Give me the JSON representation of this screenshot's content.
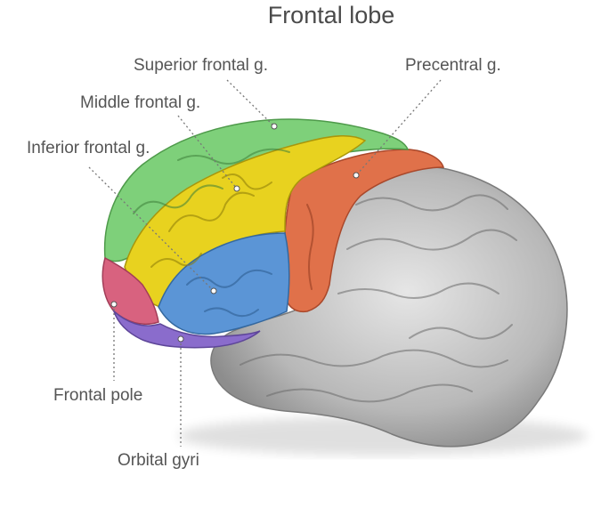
{
  "title": "Frontal lobe",
  "labels": {
    "superior_frontal": "Superior frontal g.",
    "precentral": "Precentral g.",
    "middle_frontal": "Middle frontal g.",
    "inferior_frontal": "Inferior frontal g.",
    "frontal_pole": "Frontal pole",
    "orbital_gyri": "Orbital gyri"
  },
  "colors": {
    "superior_frontal": "#7ed07a",
    "middle_frontal": "#e8d21f",
    "inferior_frontal": "#5b95d6",
    "precentral": "#e0714a",
    "frontal_pole": "#d8627f",
    "orbital_gyri": "#8a6ccc",
    "brain_gray": "#bdbdbd"
  }
}
